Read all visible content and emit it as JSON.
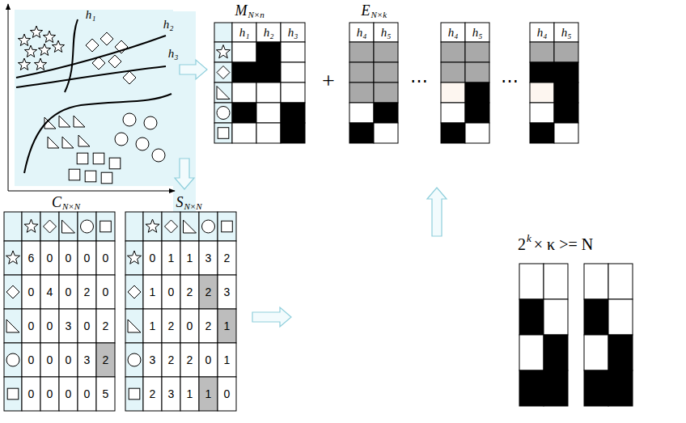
{
  "diagram": {
    "labels": [
      "h₁",
      "h₂",
      "h₃",
      "M",
      "N×n",
      "h₁",
      "h₂",
      "h₃",
      "+",
      "E",
      "N×k",
      "h₄",
      "h₅",
      "h₄",
      "h₅",
      "h₄",
      "h₅",
      "⋯",
      "⋯",
      "C",
      "N×N",
      "6",
      "0",
      "0",
      "0",
      "0",
      "0",
      "4",
      "0",
      "2",
      "0",
      "0",
      "0",
      "3",
      "0",
      "2",
      "0",
      "0",
      "0",
      "3",
      "2",
      "0",
      "0",
      "0",
      "0",
      "5",
      "S",
      "N×N",
      "0",
      "1",
      "1",
      "3",
      "2",
      "1",
      "0",
      "2",
      "2",
      "3",
      "1",
      "2",
      "0",
      "2",
      "1",
      "3",
      "2",
      "2",
      "0",
      "1",
      "2",
      "3",
      "1",
      "1",
      "0",
      "2",
      "k",
      "× κ >= N"
    ]
  }
}
